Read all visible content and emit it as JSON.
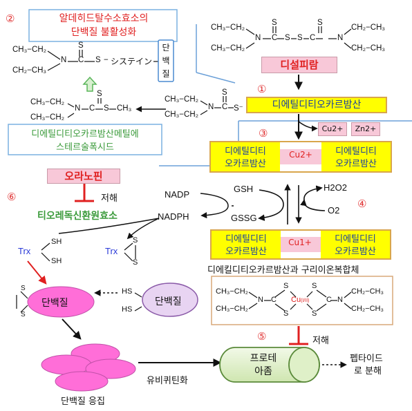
{
  "step2": {
    "num": "②",
    "title_line1": "알데히드탈수소효소의",
    "title_line2": "단백질 불활성화"
  },
  "cysteine": {
    "ch3ch2_top": "CH₃−CH₂",
    "ch3ch2_bottom": "CH₂−CH₃",
    "n": "N",
    "c": "C",
    "s_dbl": "S",
    "s": "S",
    "label": "システイン",
    "protein_box": "단백질"
  },
  "disulfiram": {
    "label": "디설피람",
    "ch3ch2_tl": "CH₃−CH₂",
    "ch3ch2_bl": "CH₃−CH₂",
    "ch2ch3_tr": "CH₂−CH₃",
    "ch2ch3_br": "CH₂−CH₃",
    "n": "N",
    "c": "C",
    "s": "S",
    "center_chain": "S − S"
  },
  "step1": {
    "num": "①",
    "label": "디에틸디티오카르밤산"
  },
  "dtc_anion": {
    "ch3ch2_top": "CH₃−CH₂",
    "ch3ch2_bottom": "CH₃−CH₂",
    "n": "N",
    "c": "C",
    "s": "S",
    "s_minus": "S⁻"
  },
  "methyl_ester": {
    "ch3ch2_top": "CH₃−CH₂",
    "ch3ch2_bottom": "CH₃−CH₂",
    "n": "N",
    "c": "C",
    "s": "S",
    "s_dbl": "S",
    "ch3": "CH₃",
    "label_line1": "디에틸디티오카르밤산메틸에",
    "label_line2": "스테르술폭시드"
  },
  "metals": {
    "cu2": "Cu2+",
    "zn2": "Zn2+"
  },
  "step3": {
    "num": "③",
    "left_line1": "디에틸디티",
    "left_line2": "오카르밤산",
    "center": "Cu2+",
    "right_line1": "디에틸디티",
    "right_line2": "오카르밤산"
  },
  "step6": {
    "num": "⑥",
    "drug": "오라노핀",
    "inhibit": "저해",
    "enzyme": "티오레독신환원효소"
  },
  "redox": {
    "nadp": "NADP",
    "nadph": "NADPH",
    "gsh": "GSH",
    "gssg": "GSSG",
    "h2o2": "H2O2",
    "o2": "O2"
  },
  "step4": {
    "num": "④",
    "left_line1": "디에틸디티",
    "left_line2": "오카르밤산",
    "center": "Cu1+",
    "right_line1": "디에틸디티",
    "right_line2": "오카르밤산",
    "complex_label": "디에킬디티오카르밤산과 구리이온복합체"
  },
  "complex": {
    "ch3ch2_tl": "CH₃−CH₂",
    "ch3ch2_bl": "CH₃−CH₂",
    "ch2ch3_tr": "CH₂−CH₃",
    "ch2ch3_br": "CH₂−CH₃",
    "n": "N",
    "c": "C",
    "s": "S",
    "cu": "Cu",
    "cu_sub": "(I/II)"
  },
  "trx": {
    "trx_left": "Trx",
    "trx_right": "Trx",
    "sh": "SH",
    "s": "S",
    "hs": "HS"
  },
  "protein": {
    "pink": "단백질",
    "purple": "단백질",
    "aggregation": "단백질 응집",
    "ubiquitin": "유비퀴틴화"
  },
  "step5": {
    "num": "⑤",
    "inhibit": "저해",
    "proteasome_line1": "프로테",
    "proteasome_line2": "아좀",
    "peptide_line1": "펩타이드",
    "peptide_line2": "로 분해"
  },
  "colors": {
    "red": "#e03030",
    "yellow": "#ffff00",
    "pink": "#f8c8d8",
    "magenta": "#ff66cc",
    "purple": "#e8d4f2",
    "green_text": "#3a9a3a",
    "blue_text": "#1a3fa0",
    "proteasome": "#dff0c8"
  }
}
